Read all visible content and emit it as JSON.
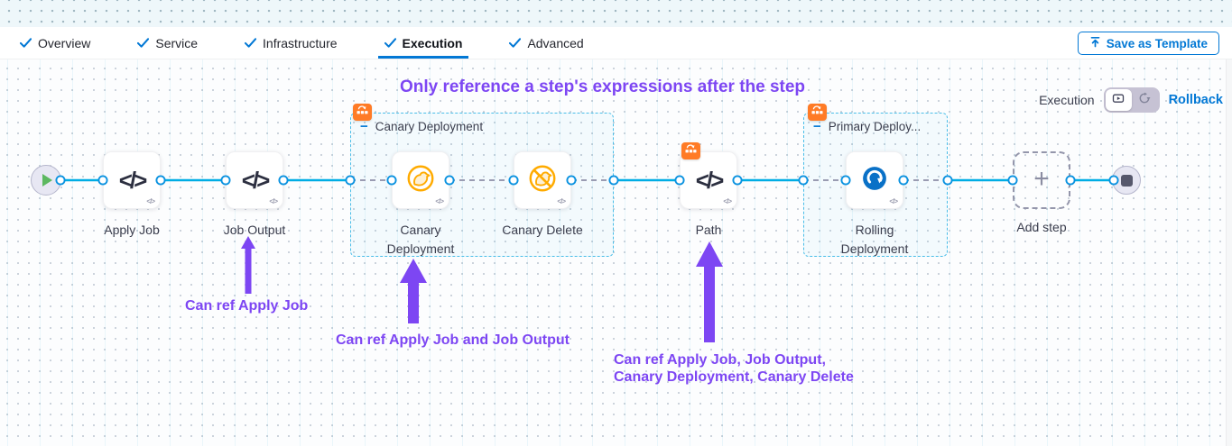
{
  "tabs": [
    {
      "label": "Overview"
    },
    {
      "label": "Service"
    },
    {
      "label": "Infrastructure"
    },
    {
      "label": "Execution"
    },
    {
      "label": "Advanced"
    }
  ],
  "active_tab": "Execution",
  "toolbar": {
    "save_as_template": "Save as Template"
  },
  "canvas": {
    "title": "Only reference a step's expressions after the step",
    "mode": {
      "execution": "Execution",
      "rollback": "Rollback"
    },
    "groups": [
      {
        "label": "Canary Deployment"
      },
      {
        "label": "Primary Deploy..."
      }
    ],
    "steps": [
      {
        "id": "apply-job",
        "label": "Apply Job",
        "icon": "code"
      },
      {
        "id": "job-output",
        "label": "Job Output",
        "icon": "code"
      },
      {
        "id": "canary-deployment",
        "label": "Canary Deployment",
        "icon": "canary"
      },
      {
        "id": "canary-delete",
        "label": "Canary Delete",
        "icon": "canary-delete"
      },
      {
        "id": "path",
        "label": "Path",
        "icon": "code"
      },
      {
        "id": "rolling-deployment",
        "label": "Rolling Deployment",
        "icon": "rolling"
      }
    ],
    "add_step_label": "Add step",
    "annotations": {
      "ref1": "Can ref Apply Job",
      "ref2": "Can ref Apply Job and Job Output",
      "ref3_line1": "Can ref Apply Job, Job Output,",
      "ref3_line2": "Canary Deployment, Canary Delete"
    },
    "glyphs": {
      "code": "</>",
      "code_small": "</>",
      "plus": "+",
      "collapse": "−"
    },
    "colors": {
      "accent_blue": "#0278d5",
      "connector_blue": "#00ade4",
      "annotation_purple": "#7d46f3",
      "badge_orange": "#ff7b26",
      "canary_orange": "#ffab00",
      "rolling_blue": "#0a71c7"
    }
  }
}
